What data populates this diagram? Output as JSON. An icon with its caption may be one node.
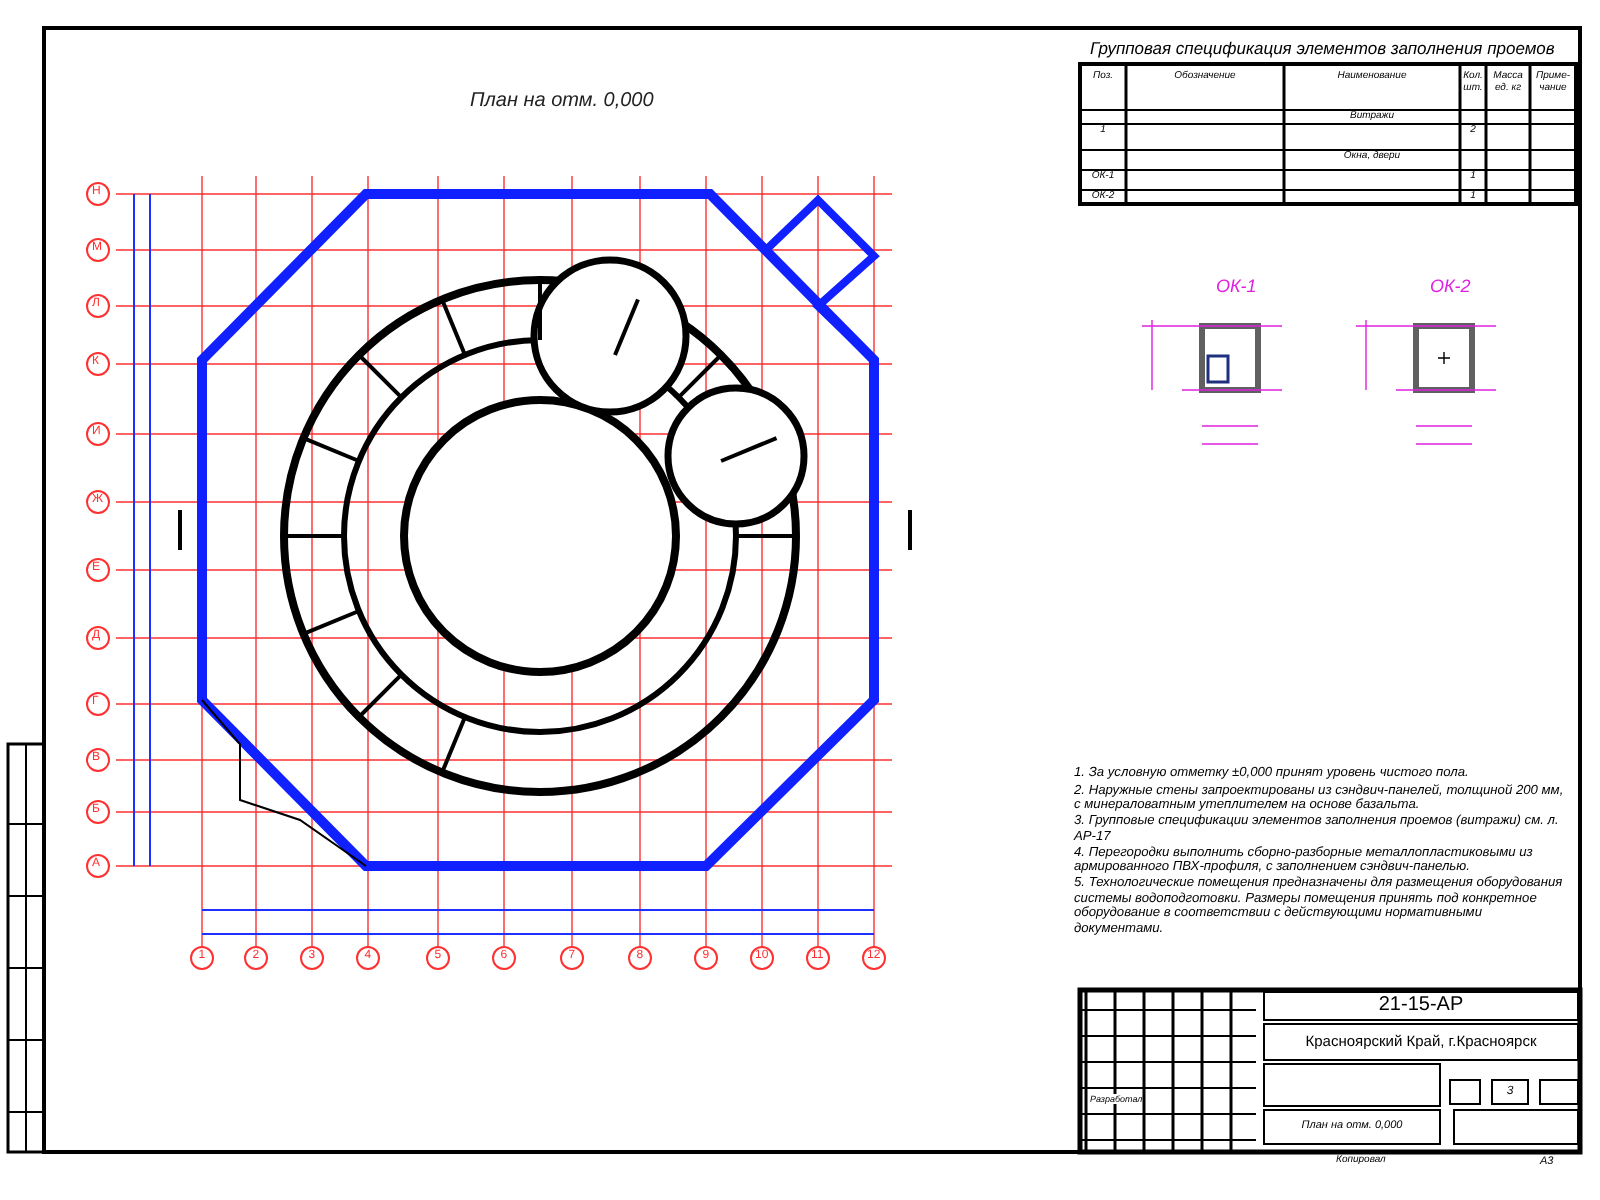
{
  "diagram": {
    "title": "План на отм. 0,000",
    "labels": [
      "Н",
      "М",
      "Л",
      "К",
      "И",
      "Ж",
      "Е",
      "Д",
      "Г",
      "В",
      "Б",
      "А",
      "1",
      "2",
      "3",
      "4",
      "5",
      "6",
      "7",
      "8",
      "9",
      "10",
      "11",
      "12",
      "Групповая спецификация элементов заполнения проемов",
      "Поз.",
      "Обозначение",
      "Наименование",
      "Кол. шт.",
      "Масса ед. кг",
      "Приме-чание",
      "Витражи",
      "1",
      "2",
      "Окна, двери",
      "ОК-1",
      "1",
      "ОК-2",
      "1",
      "ОК-1",
      "ОК-2",
      "1. За условную отметку ±0,000 принят уровень чистого пола.",
      "2. Наружные стены запроектированы из сэндвич-панелей, толщиной 200 мм, с минераловатным утеплителем на основе базальта.",
      "3. Групповые спецификации элементов заполнения проемов (витражи) см. л. АР-17",
      "4. Перегородки выполнить сборно-разборные металлопластиковыми из армированного ПВХ-профиля, с заполнением сэндвич-панелью.",
      "5. Технологические помещения предназначены для размещения оборудования системы водоподготовки. Размеры помещения принять под конкретное оборудование в соответствии с действующими нормативными документами.",
      "21-15-АР",
      "Красноярский Край, г.Красноярск",
      "3",
      "Разработал",
      "План на отм. 0,000",
      "Копировал",
      "А3"
    ]
  }
}
